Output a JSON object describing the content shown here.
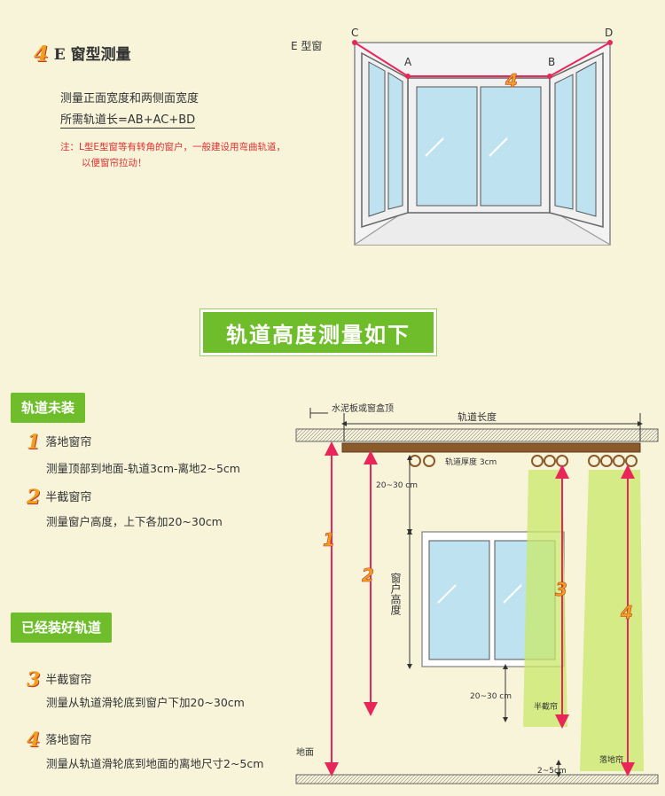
{
  "e_section": {
    "number": "4",
    "title": "E 窗型测量",
    "line1": "测量正面宽度和两侧面宽度",
    "line2": "所需轨道长=AB+AC+BD",
    "note_line1": "注：L型E型窗等有转角的窗户，一般建设用弯曲轨道，",
    "note_line2": "以便窗帘拉动！",
    "diagram_caption": "E 型窗",
    "points": [
      "C",
      "A",
      "B",
      "D"
    ],
    "diagram_number": "4"
  },
  "banner": {
    "title": "轨道高度测量如下"
  },
  "rail_not_installed": {
    "tag": "轨道未装",
    "items": [
      {
        "number": "1",
        "title": "落地窗帘",
        "desc": "测量顶部到地面-轨道3cm-离地2~5cm"
      },
      {
        "number": "2",
        "title": "半截窗帘",
        "desc": "测量窗户高度，上下各加20~30cm"
      }
    ]
  },
  "rail_installed": {
    "tag": "已经装好轨道",
    "items": [
      {
        "number": "3",
        "title": "半截窗帘",
        "desc": "测量从轨道滑轮底到窗户下加20~30cm"
      },
      {
        "number": "4",
        "title": "落地窗帘",
        "desc": "测量从轨道滑轮底到地面的离地尺寸2~5cm"
      }
    ]
  },
  "height_diagram": {
    "ceiling_label": "水泥板或窗盒顶",
    "rail_length_label": "轨道长度",
    "rail_thickness_label": "轨道厚度 3cm",
    "gap_top_label": "20~30 cm",
    "window_height_label": "窗户高度",
    "gap_bottom_label": "20~30 cm",
    "half_curtain_label": "半截帘",
    "floor_curtain_label": "落地帘",
    "floor_label": "地面",
    "floor_gap_label": "2~5cm",
    "arrow_numbers": [
      "1",
      "2",
      "3",
      "4"
    ]
  },
  "colors": {
    "accent_green": "#6fbd2a",
    "number_orange": "#f0a020",
    "arrow_red": "#e8265a",
    "curtain_green": "#c9e86a"
  }
}
